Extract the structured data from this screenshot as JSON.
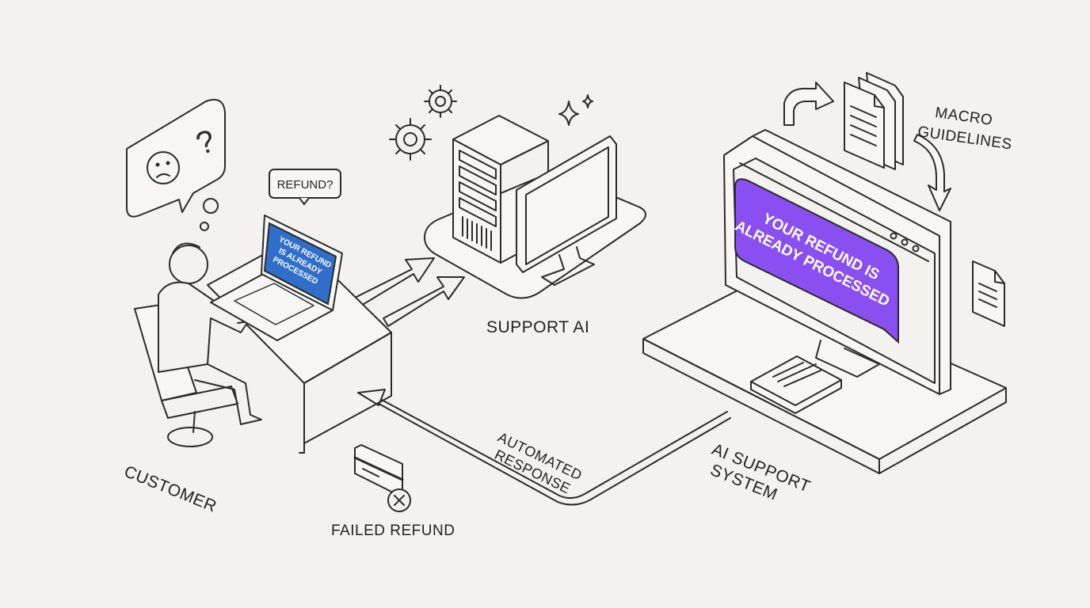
{
  "labels": {
    "customer": "CUSTOMER",
    "support_ai": "SUPPORT AI",
    "ai_support_system_line1": "AI SUPPORT",
    "ai_support_system_line2": "SYSTEM",
    "automated_response_line1": "AUTOMATED",
    "automated_response_line2": "RESPONSE",
    "failed_refund": "FAILED REFUND",
    "macro_guidelines_line1": "MACRO",
    "macro_guidelines_line2": "GUIDELINES"
  },
  "bubbles": {
    "refund_question": "REFUND?",
    "question_mark": "?"
  },
  "laptop_screen": {
    "line1": "YOUR REFUND",
    "line2": "IS ALREADY",
    "line3": "PROCESSED"
  },
  "monitor_message": {
    "line1": "YOUR REFUND IS",
    "line2": "ALREADY PROCESSED"
  },
  "colors": {
    "background": "#f3f2ee",
    "stroke": "#2b2b2b",
    "laptop_screen": "#2f6fc9",
    "monitor_message": "#8a4ff0"
  }
}
